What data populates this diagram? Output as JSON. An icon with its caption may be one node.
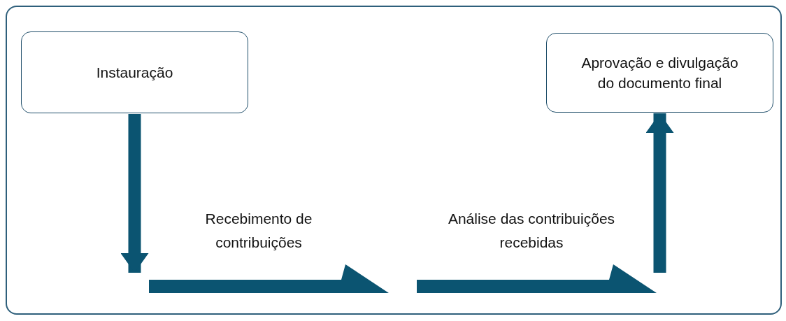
{
  "diagram": {
    "nodes": [
      {
        "text": [
          "Instauração"
        ]
      },
      {
        "text": [],
        "shape": "arrow",
        "beside": [
          "Recebimento de contribuições"
        ]
      },
      {
        "text": [],
        "shape": "arrow",
        "beside": [
          "Análise das contribuições recebidas"
        ]
      },
      {
        "text": [
          "Aprovação e divulgação do documento final"
        ]
      }
    ],
    "edges": [
      {
        "from": 0,
        "to": 1,
        "arrow": "to"
      },
      {
        "from": 2,
        "to": 3,
        "arrow": "to"
      }
    ]
  }
}
